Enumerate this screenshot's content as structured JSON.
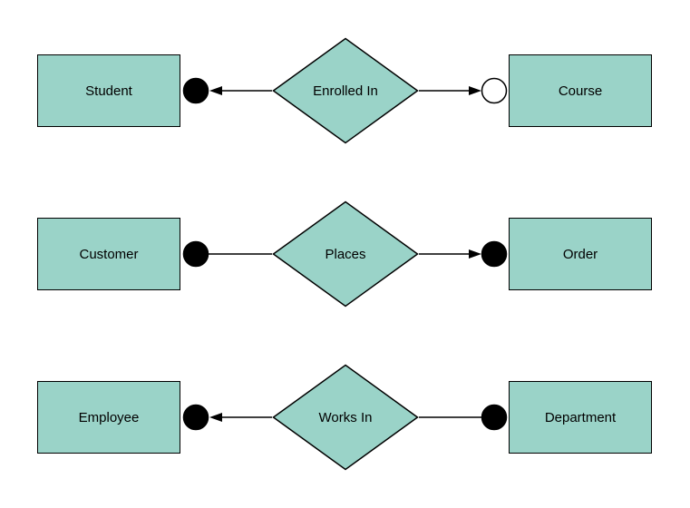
{
  "diagram": {
    "background": "#ffffff",
    "shape_fill": "#9ad3c8",
    "shape_stroke": "#000000",
    "connector_color": "#000000",
    "text_color": "#000000",
    "rows": [
      {
        "left_entity": "Student",
        "relationship": "Enrolled In",
        "right_entity": "Course",
        "left_terminator": "filled-circle",
        "right_terminator": "open-circle",
        "left_arrow": "points-left",
        "right_arrow": "points-right",
        "left_circle_fill": "#000000",
        "right_circle_fill": "#ffffff"
      },
      {
        "left_entity": "Customer",
        "relationship": "Places",
        "right_entity": "Order",
        "left_terminator": "filled-circle",
        "right_terminator": "filled-circle",
        "left_arrow": "none",
        "right_arrow": "points-right",
        "left_circle_fill": "#000000",
        "right_circle_fill": "#000000"
      },
      {
        "left_entity": "Employee",
        "relationship": "Works In",
        "right_entity": "Department",
        "left_terminator": "filled-circle",
        "right_terminator": "filled-circle",
        "left_arrow": "points-left",
        "right_arrow": "none",
        "left_circle_fill": "#000000",
        "right_circle_fill": "#000000"
      }
    ]
  }
}
